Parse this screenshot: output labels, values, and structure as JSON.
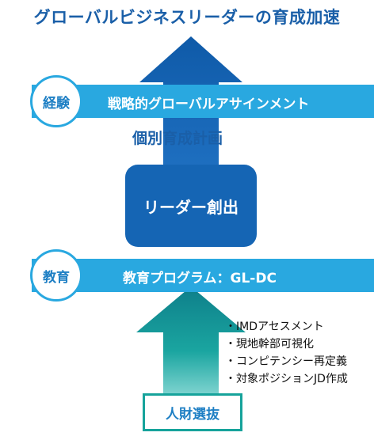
{
  "title": "グローバルビジネスリーダーの育成加速",
  "experience": {
    "circle_label": "経験",
    "band_label": "戦略的グローバルアサインメント"
  },
  "individual_plan": "個別育成計画",
  "leader_box": "リーダー創出",
  "education": {
    "circle_label": "教育",
    "band_label": "教育プログラム：GL-DC"
  },
  "bullets": [
    "・IMDアセスメント",
    "・現地幹部可視化",
    "・コンピテンシー再定義",
    "・対象ポジションJD作成"
  ],
  "selection_label": "人財選抜",
  "colors": {
    "title_blue": "#1a5fa8",
    "band_cyan": "#29a8e0",
    "dark_blue": "#1565b4",
    "teal": "#16a39b"
  }
}
